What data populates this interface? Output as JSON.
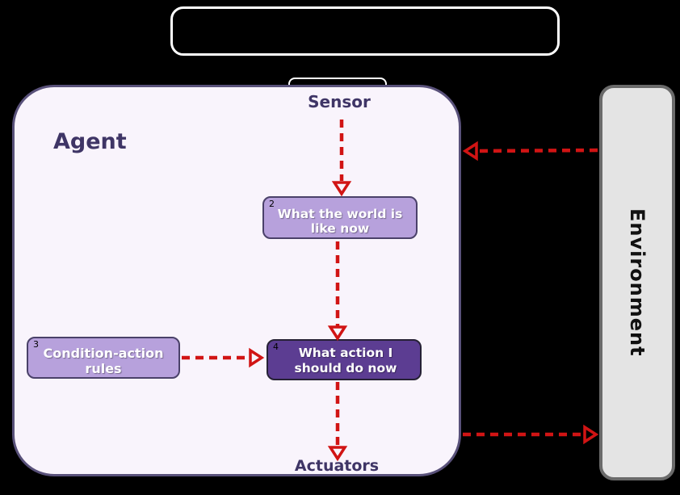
{
  "diagram": {
    "agent": {
      "label": "Agent",
      "sensor_label": "Sensor",
      "actuators_label": "Actuators"
    },
    "boxes": {
      "percept": {
        "number": "2",
        "label": "What the world is like now"
      },
      "rules": {
        "number": "3",
        "label": "Condition-action rules"
      },
      "action": {
        "number": "4",
        "label": "What action I should do now"
      }
    },
    "environment": {
      "label": "Environment"
    }
  },
  "colors": {
    "background": "#000000",
    "agent_fill": "#f9f4fc",
    "agent_border": "#59517a",
    "box_light_fill": "#b7a1dc",
    "box_border": "#4a4169",
    "box_dark_fill": "#5c3d92",
    "box_dark_border": "#262135",
    "environment_fill": "#e4e4e4",
    "environment_border": "#6a6a6a",
    "arrow_red": "#d11414",
    "label_text": "#3f3566",
    "box_text": "#ffffff",
    "number_text": "#000000"
  }
}
